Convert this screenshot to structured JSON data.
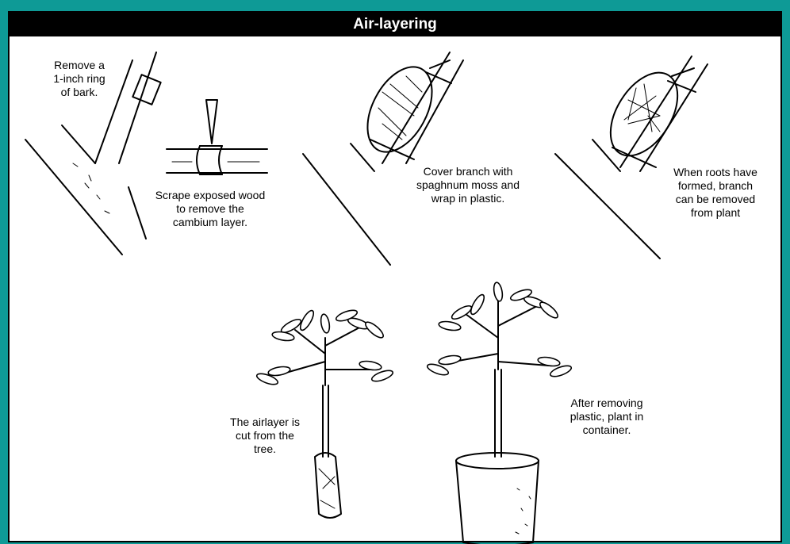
{
  "title": "Air-layering",
  "steps": [
    {
      "caption": "Remove a\n1-inch ring\nof bark."
    },
    {
      "caption": "Scrape exposed wood\nto remove the\ncambium layer."
    },
    {
      "caption": "Cover branch with\nspaghnum moss and\nwrap in plastic."
    },
    {
      "caption": "When roots have\nformed, branch\ncan be removed\nfrom plant"
    },
    {
      "caption": "The airlayer is\ncut from the\ntree."
    },
    {
      "caption": "After removing\nplastic, plant in\ncontainer."
    }
  ],
  "colors": {
    "background": "#0e9a96",
    "panel": "#ffffff",
    "ink": "#000000"
  }
}
